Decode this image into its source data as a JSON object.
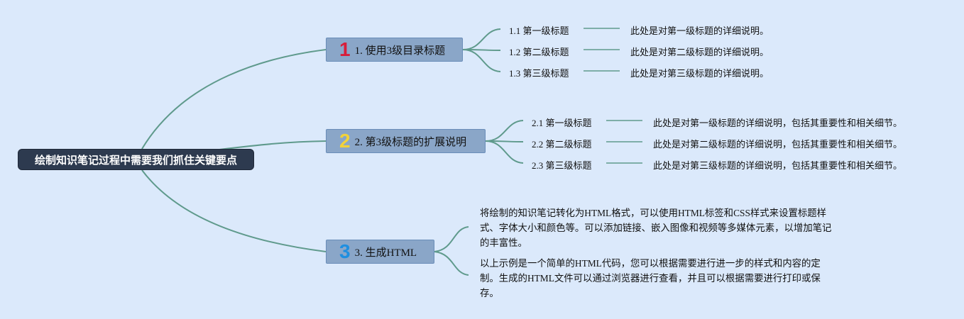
{
  "root": {
    "label": "绘制知识笔记过程中需要我们抓住关键要点"
  },
  "branches": [
    {
      "number": "1",
      "number_color": "#d81e3a",
      "label": "1. 使用3级目录标题",
      "items": [
        {
          "title": "1.1 第一级标题",
          "desc": "此处是对第一级标题的详细说明。"
        },
        {
          "title": "1.2 第二级标题",
          "desc": "此处是对第二级标题的详细说明。"
        },
        {
          "title": "1.3 第三级标题",
          "desc": "此处是对第三级标题的详细说明。"
        }
      ]
    },
    {
      "number": "2",
      "number_color": "#f2d23a",
      "label": "2. 第3级标题的扩展说明",
      "items": [
        {
          "title": "2.1 第一级标题",
          "desc": "此处是对第一级标题的详细说明，包括其重要性和相关细节。"
        },
        {
          "title": "2.2 第二级标题",
          "desc": "此处是对第二级标题的详细说明，包括其重要性和相关细节。"
        },
        {
          "title": "2.3 第三级标题",
          "desc": "此处是对第三级标题的详细说明，包括其重要性和相关细节。"
        }
      ]
    },
    {
      "number": "3",
      "number_color": "#1f8fe0",
      "label": "3. 生成HTML",
      "paragraphs": [
        "将绘制的知识笔记转化为HTML格式，可以使用HTML标签和CSS样式来设置标题样式、字体大小和颜色等。可以添加链接、嵌入图像和视频等多媒体元素，以增加笔记的丰富性。",
        "以上示例是一个简单的HTML代码，您可以根据需要进行进一步的样式和内容的定制。生成的HTML文件可以通过浏览器进行查看，并且可以根据需要进行打印或保存。"
      ]
    }
  ]
}
